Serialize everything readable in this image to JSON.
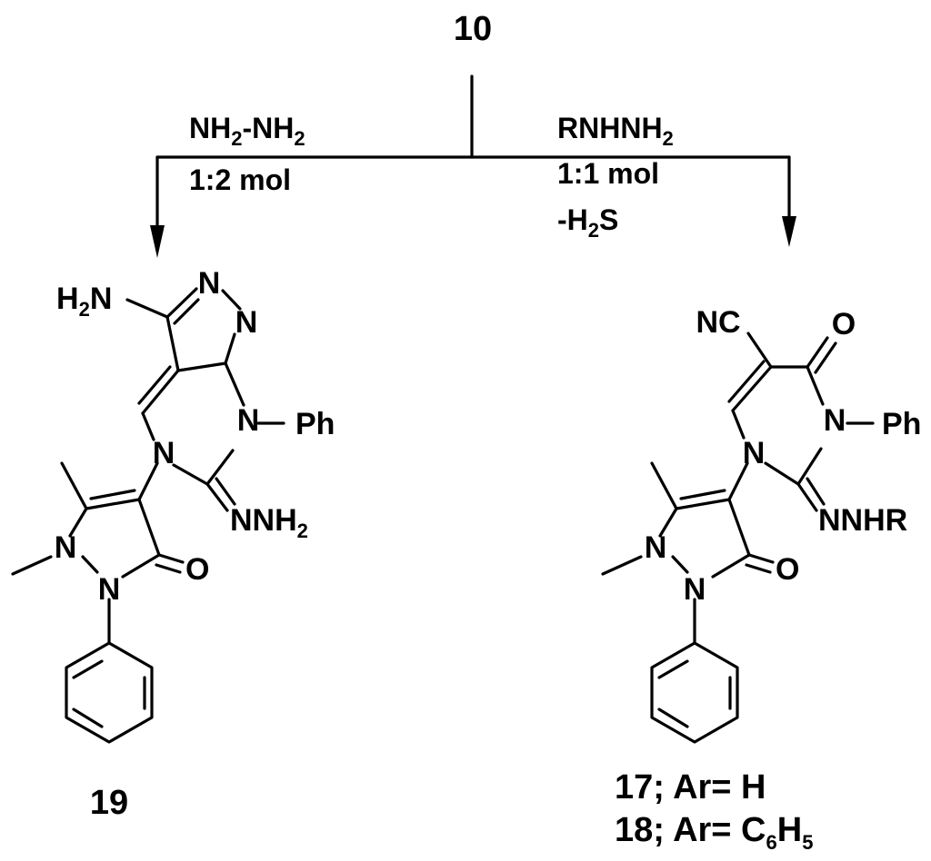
{
  "scheme": {
    "start_compound": "10",
    "left_branch": {
      "reagent": {
        "pre": "NH",
        "sub1": "2",
        "mid": "-NH",
        "sub2": "2"
      },
      "ratio": "1:2 mol",
      "product_label": "19",
      "atoms": {
        "amine_h": "H",
        "amine_sub": "2",
        "amine_n": "N",
        "pyrazole_n1": "N",
        "pyrazole_n2": "N",
        "ring_n_ph": "N",
        "ph": "Ph",
        "ring_n_link": "N",
        "imine_pre": "NNH",
        "imine_sub": "2",
        "pyrazolone_n_me": "N",
        "pyrazolone_n_ph": "N",
        "carbonyl_o": "O"
      }
    },
    "right_branch": {
      "reagent": {
        "pre": "RNHNH",
        "sub": "2"
      },
      "ratio": "1:1 mol",
      "byproduct": {
        "pre": "-H",
        "sub": "2",
        "post": "S"
      },
      "atoms": {
        "nitrile": "NC",
        "oxo": "O",
        "ring_n_ph": "N",
        "ph": "Ph",
        "ring_n_link": "N",
        "hydrazone": "NNHR",
        "pyrazolone_n_me": "N",
        "pyrazolone_n_ph": "N",
        "carbonyl_o": "O"
      },
      "product_labels": [
        {
          "text": "17; Ar= H"
        },
        {
          "pre": "18; Ar= C",
          "sub1": "6",
          "mid": "H",
          "sub2": "5"
        }
      ]
    }
  }
}
